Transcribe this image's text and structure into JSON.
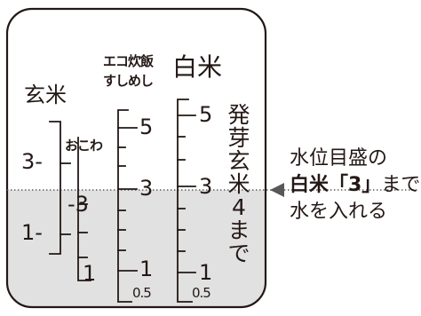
{
  "diagram": {
    "scales": {
      "genmai": {
        "title": "玄米",
        "ticks": [
          "3-",
          "1-"
        ]
      },
      "okowa": {
        "title": "おこわ",
        "ticks": [
          "-3",
          "1"
        ]
      },
      "eco": {
        "title_line1": "エコ炊飯",
        "title_line2": "すしめし",
        "ticks": [
          "5",
          "3",
          "1",
          "0.5"
        ]
      },
      "hakumai": {
        "title": "白米",
        "ticks": [
          "5",
          "3",
          "1",
          "0.5"
        ]
      },
      "hatsuga": {
        "vertical_text": "発芽玄米4まで"
      }
    },
    "water_level_scale": "白米",
    "water_level_value": 3,
    "note": {
      "line1": "水位目盛の",
      "line2_bold": "白米「3」",
      "line2_rest": "まで",
      "line3": "水を入れる"
    },
    "colors": {
      "water": "#e1e1e1",
      "ink": "#231815",
      "pointer": "#595757"
    }
  }
}
